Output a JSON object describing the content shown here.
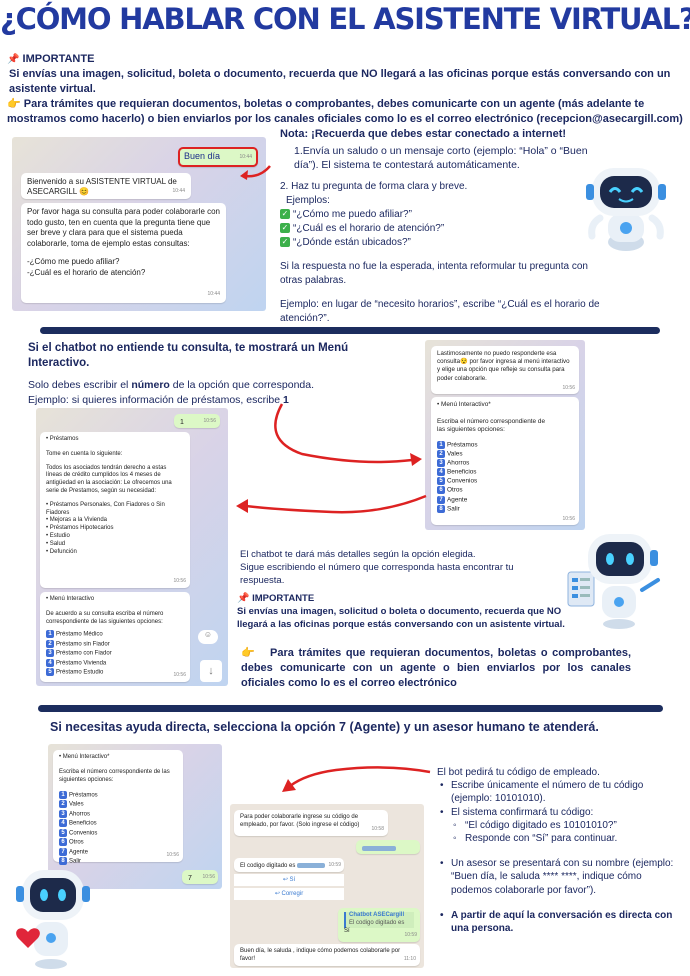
{
  "title": "¿CÓMO HABLAR CON EL ASISTENTE VIRTUAL?",
  "important_label": "IMPORTANTE",
  "top_p1": "Si envías una imagen, solicitud, boleta o documento, recuerda que NO llegará a las oficinas porque estás conversando con un asistente virtual.",
  "top_p2": "Para trámites que requieran documentos, boletas o comprobantes, debes comunicarte con un agente (más adelante te mostramos como hacerlo) o bien enviarlos por los canales oficiales como lo es el correo electrónico (recepcion@asecargill.com)",
  "icons": {
    "pin": "pushpin-icon",
    "point": "pointing-hand-icon",
    "check": "check-mark-icon",
    "robot": "robot-mascot"
  },
  "section1": {
    "note": "Nota: ¡Recuerda que debes estar conectado a internet!",
    "step1": "1.Envía un saludo o un mensaje corto (ejemplo: “Hola” o “Buen día”). El sistema te contestará automáticamente.",
    "step2": "2. Haz tu pregunta de forma clara y breve.",
    "examples_label": "Ejemplos:",
    "examples": [
      "“¿Cómo me puedo afiliar?”",
      "“¿Cuál es el horario de atención?”",
      "“¿Dónde están ubicados?”"
    ],
    "tip": "Si la respuesta no fue la esperada, intenta reformular tu pregunta con otras palabras.",
    "example_pre": "Ejemplo: en lugar de “necesito horarios”, escribe “¿Cuál es el horario de atención?”.",
    "chat": {
      "greeting": "Buen día",
      "greeting_time": "10:44",
      "welcome": "Bienvenido a su ASISTENTE VIRTUAL de ASECARGILL 😊",
      "welcome_time": "10:44",
      "prompt": "Por favor haga su consulta para poder colaborarle con todo gusto, ten en cuenta que la pregunta tiene que ser breve y clara para que el sistema pueda colaborarle, toma de ejemplo estas consultas:",
      "q1": "-¿Cómo me puedo afiliar?",
      "q2": "-¿Cuál es el horario de atención?",
      "prompt_time": "10:44"
    }
  },
  "section2": {
    "heading": "Si el chatbot no entiende tu consulta, te mostrará un Menú Interactivo.",
    "line1_pre": "Solo debes escribir el ",
    "line1_bold": "número",
    "line1_post": " de la opción que corresponda.",
    "line2_pre": "Ejemplo: si quieres información de préstamos, escribe ",
    "line2_bold": "1",
    "right_chat": {
      "msg": "Lastimosamente no puedo responderte esa consulta😯 por favor ingresa al menú interactivo y elige una opción que refleje su consulta para poder colaborarle.",
      "msg_time": "10:56",
      "menu_title": "• Menú Interactivo*",
      "menu_prompt": "Escriba el número correspondiente de las siguientes opciones:",
      "options": [
        "Préstamos",
        "Vales",
        "Ahorros",
        "Beneficios",
        "Convenios",
        "Otros",
        "Agente",
        "Salir"
      ],
      "menu_time": "10:56"
    },
    "left_chat": {
      "sent": "1",
      "sent_time": "10:56",
      "title": "• Préstamos",
      "intro": "Tome en cuenta lo siguiente:",
      "body": "Todos los asociados tendrán derecho a estas líneas de crédito cumplidos los 4 meses de antigüedad en la asociación: Le ofrecemos una serie de Prestamos, según su necesidad:",
      "items": [
        "• Préstamos Personales, Con Fiadores o Sin Fiadores",
        "• Mejoras a la Vivienda",
        "• Préstamos Hipotecarios",
        "• Estudio",
        "• Salud",
        "• Defunción"
      ],
      "time": "10:56",
      "menu_title": "• Menú Interactivo",
      "menu_prompt": "De acuerdo a su consulta escriba el número correspondiente de las siguientes opciones:",
      "options": [
        "Préstamo Médico",
        "Préstamo sin Fiador",
        "Préstamo con Fiador",
        "Préstamo Vivienda",
        "Préstamo Estudio"
      ],
      "menu_time": "10:56"
    },
    "detail1": "El chatbot te dará más detalles según la opción elegida.",
    "detail2": "Sigue escribiendo el número que corresponda hasta encontrar tu respuesta.",
    "important_label": "IMPORTANTE",
    "imp_p1": "Si envías una imagen, solicitud o boleta o documento, recuerda que NO llegará a las oficinas porque estás conversando con un asistente virtual.",
    "imp_p2": "Para trámites que requieran documentos, boletas o comprobantes, debes comunicarte con un agente o bien enviarlos por los canales oficiales como lo es el correo electrónico"
  },
  "section3": {
    "heading": "Si necesitas ayuda directa, selecciona la opción 7 (Agente) y un asesor humano te atenderá.",
    "intro": "El bot pedirá tu código de empleado.",
    "b1": "Escribe únicamente el número de tu código (ejemplo: 10101010).",
    "b2": "El sistema confirmará tu código:",
    "s1": "“El código digitado es 10101010?”",
    "s2": "Responde con “Sí” para continuar.",
    "b3": "Un asesor se presentará con su nombre (ejemplo: “Buen día, le saluda **** ****, indique cómo podemos colaborarle por favor”).",
    "b4": "A partir de aquí la conversación es directa con una persona.",
    "left_chat": {
      "menu_title": "• Menú Interactivo*",
      "menu_prompt": "Escriba el número correspondiente de las siguientes opciones:",
      "options": [
        "Préstamos",
        "Vales",
        "Ahorros",
        "Beneficios",
        "Convenios",
        "Otros",
        "Agente",
        "Salir"
      ],
      "time": "10:56",
      "sent": "7",
      "sent_time": "10:56"
    },
    "right_chat": {
      "ask": "Para poder colaborarle ingrese su código de empleado, por favor. (Solo ingrese el código)",
      "ask_time": "10:58",
      "confirm": "El codigo digitado es",
      "confirm_time": "10:59",
      "reply_label": "Sí",
      "fix_label": "Corregir",
      "quote_name": "Chatbot ASECargill",
      "quote_text": "El codigo digitado es",
      "reply": "Sí",
      "reply_time": "10:59",
      "agent": "Buen día, le saluda                                   , indique cómo podemos colaborarle por favor!",
      "agent_time": "11:10"
    }
  }
}
